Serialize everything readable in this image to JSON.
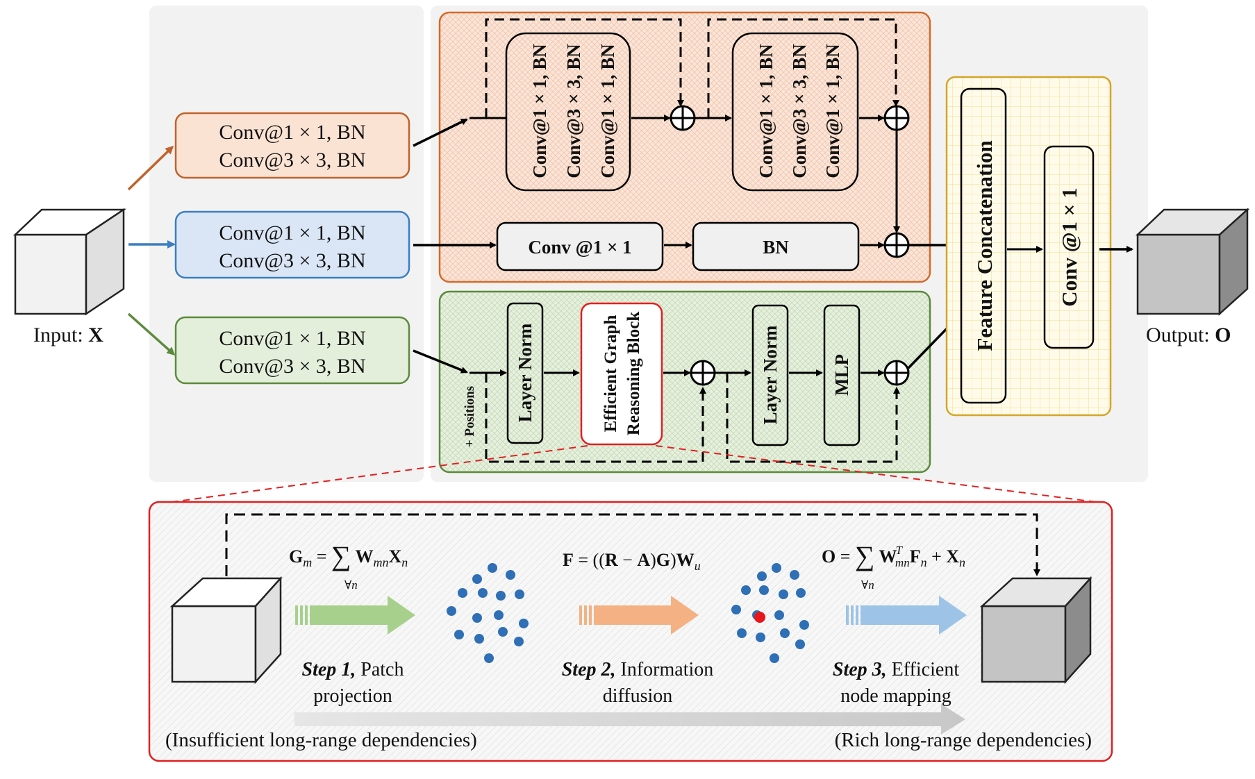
{
  "input": {
    "label": "Input:",
    "symbol": "X"
  },
  "output": {
    "label": "Output:",
    "symbol": "O"
  },
  "branches": [
    {
      "line1": "Conv@1 × 1, BN",
      "line2": "Conv@3 × 3, BN",
      "color": "#c0622a",
      "fill": "#fbe3d4"
    },
    {
      "line1": "Conv@1 × 1, BN",
      "line2": "Conv@3 × 3, BN",
      "color": "#3b7ec1",
      "fill": "#dae6f5"
    },
    {
      "line1": "Conv@1 × 1, BN",
      "line2": "Conv@3 × 3, BN",
      "color": "#5b8a3c",
      "fill": "#e4efdb"
    }
  ],
  "top_module": {
    "res_block_1": [
      "Conv@1 × 1, BN",
      "Conv@3 × 3, BN",
      "Conv@1 × 1, BN"
    ],
    "res_block_2": [
      "Conv@1 × 1, BN",
      "Conv@3 × 3, BN",
      "Conv@1 × 1, BN"
    ],
    "shortcut_conv": "Conv @1 × 1",
    "shortcut_bn": "BN",
    "color": "#d46a2a"
  },
  "bottom_module": {
    "positions": "+ Positions",
    "layer_norm_1": "Layer Norm",
    "egrb": "Efficient Graph Reasoning Block",
    "egrb_line1": "Efficient Graph",
    "egrb_line2": "Reasoning Block",
    "layer_norm_2": "Layer Norm",
    "mlp": "MLP",
    "color": "#5b8a3c"
  },
  "fusion": {
    "concat": "Feature Concatenation",
    "conv": "Conv @1 × 1",
    "color": "#d4a52a"
  },
  "detail": {
    "formula1": "G_m = Σ_{∀n} W_{mn} X_n",
    "formula2": "F = ((R − A)G)W_u",
    "formula3": "O = Σ_{∀n} W_{mn}^T F_n + X_n",
    "step1_bold": "Step 1,",
    "step1_text": "Patch",
    "step1_line2": "projection",
    "step2_bold": "Step 2,",
    "step2_text": "Information",
    "step2_line2": "diffusion",
    "step3_bold": "Step 3,",
    "step3_text": "Efficient",
    "step3_line2": "node mapping",
    "left_caption": "(Insufficient long-range dependencies)",
    "right_caption": "(Rich long-range dependencies)",
    "arrow_colors": [
      "#a8d08d",
      "#f4b183",
      "#9dc3e6"
    ],
    "dot_color": "#2e6fb5",
    "center_dot_color": "#e8151b",
    "border_color": "#e02020"
  }
}
